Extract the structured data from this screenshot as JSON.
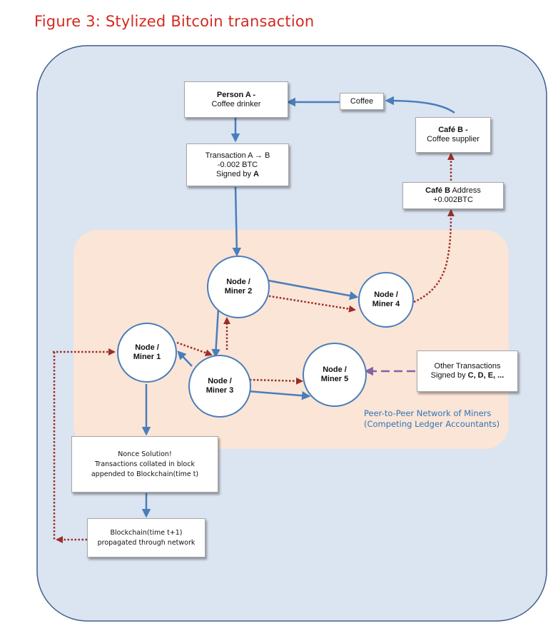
{
  "figure_title": "Figure 3: Stylized Bitcoin transaction",
  "boxes": {
    "person_a": {
      "title": "Person A -",
      "subtitle": "Coffee drinker"
    },
    "coffee": {
      "label": "Coffee"
    },
    "cafe_b": {
      "title": "Café B -",
      "subtitle": "Coffee supplier"
    },
    "transaction": {
      "line1": "Transaction A → B",
      "line2": "-0.002 BTC",
      "line3_prefix": "Signed by ",
      "line3_bold": "A"
    },
    "cafe_address": {
      "title_bold": "Café B",
      "title_rest": " Address",
      "amount": "+0.002BTC"
    },
    "other_tx": {
      "line1": "Other Transactions",
      "line2_prefix": "Signed by ",
      "line2_bold": "C, D, E, ..."
    },
    "nonce": {
      "line1": "Nonce Solution!",
      "line2": "Transactions collated in block",
      "line3": "appended to Blockchain(time t)"
    },
    "blockchain": {
      "line1": "Blockchain(time t+1)",
      "line2": "propagated through network"
    }
  },
  "nodes": [
    {
      "id": "node-miner-1",
      "line1": "Node /",
      "line2": "Miner  1"
    },
    {
      "id": "node-miner-2",
      "line1": "Node /",
      "line2": "Miner 2"
    },
    {
      "id": "node-miner-3",
      "line1": "Node /",
      "line2": "Miner  3"
    },
    {
      "id": "node-miner-4",
      "line1": "Node /",
      "line2": "Miner 4"
    },
    {
      "id": "node-miner-5",
      "line1": "Node /",
      "line2": "Miner  5"
    }
  ],
  "network_label": {
    "line1": "Peer-to-Peer Network of Miners",
    "line2": "(Competing Ledger Accountants)"
  },
  "colors": {
    "title": "#d42a1f",
    "outer_panel": "#dbe4f1",
    "network_panel": "#fbe5d6",
    "solid_arrow": "#4a7ebb",
    "dotted_arrow": "#9a2e2a",
    "dashed_arrow": "#8064a2",
    "network_text": "#2e74b5"
  }
}
